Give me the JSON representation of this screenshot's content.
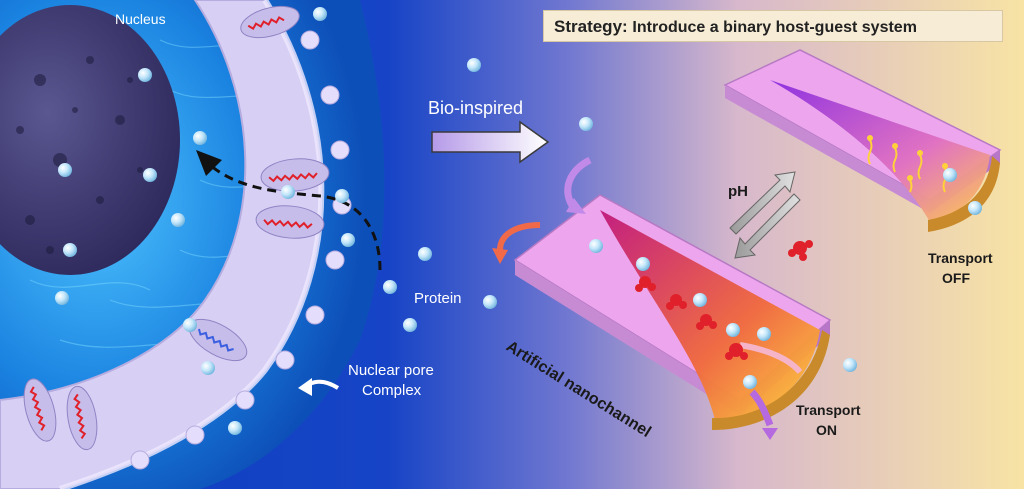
{
  "strategy": {
    "prefix": "Strategy:",
    "text": "Introduce a binary host-guest system"
  },
  "labels": {
    "nucleus": "Nucleus",
    "bio_inspired": "Bio-inspired",
    "protein": "Protein",
    "nuclear_pore_line1": "Nuclear pore",
    "nuclear_pore_line2": "Complex",
    "artificial_nanochannel": "Artificial nanochannel",
    "ph": "pH",
    "transport_on_line1": "Transport",
    "transport_on_line2": "ON",
    "transport_off_line1": "Transport",
    "transport_off_line2": "OFF"
  },
  "colors": {
    "background_left": "#0a2a8a",
    "background_right": "#f8e3a4",
    "nucleus": "#3b3770",
    "envelope": "#d9d2f2",
    "channel": "#e79ee8",
    "protein": "#bfe4f7",
    "guest": "#e0202a"
  }
}
